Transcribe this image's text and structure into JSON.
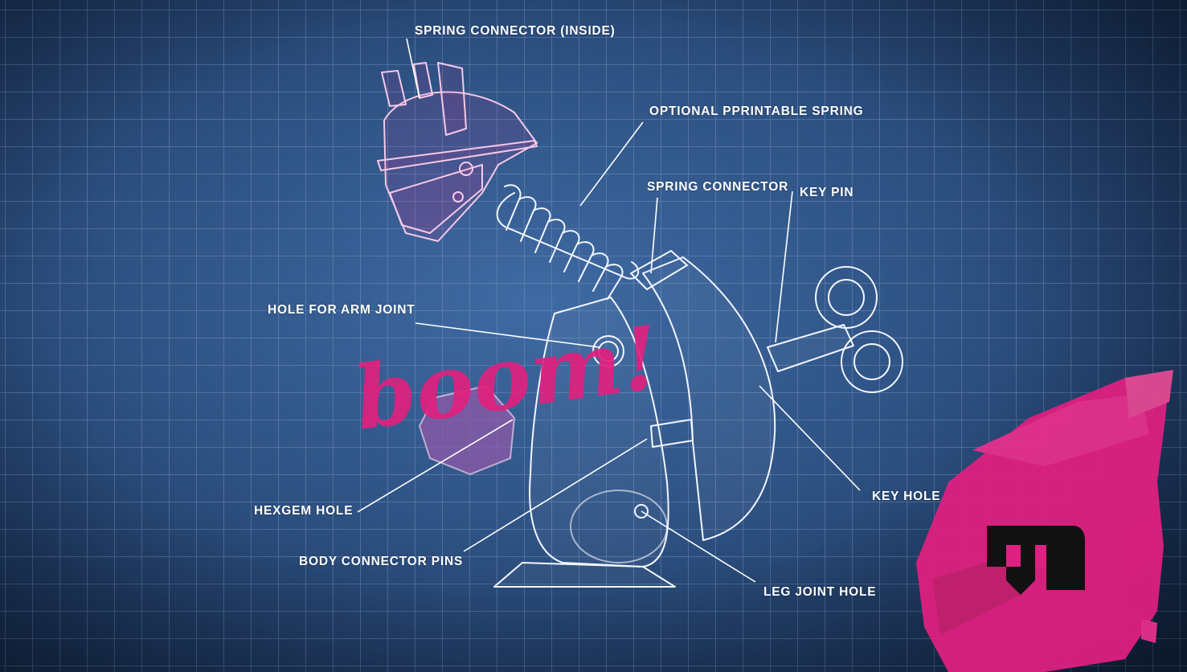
{
  "labels": {
    "spring_connector_inside": "SPRING CONNECTOR (INSIDE)",
    "optional_printable_spring": "OPTIONAL PPRINTABLE SPRING",
    "spring_connector": "SPRING CONNECTOR",
    "key_pin": "KEY PIN",
    "hole_for_arm_joint": "HOLE FOR ARM JOINT",
    "hexgem_hole": "HEXGEM HOLE",
    "key_hole": "KEY HOLE",
    "body_connector_pins": "BODY CONNECTOR PINS",
    "leg_joint_hole": "LEG JOINT HOLE"
  },
  "graffiti": {
    "text": "boom!"
  },
  "colors": {
    "background": "#2e5283",
    "grid": "#6f8fbf",
    "accent_pink": "#e0217e",
    "outline": "#f2f6ff",
    "logo": "#111111"
  },
  "icons": {
    "brand_logo": "m-logo-icon"
  }
}
